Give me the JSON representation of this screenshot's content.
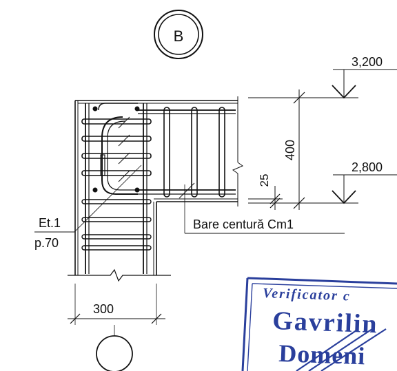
{
  "grid_axis": {
    "top_label": "B",
    "bottom_label": ""
  },
  "levels": [
    {
      "label": "3,200"
    },
    {
      "label": "2,800"
    }
  ],
  "dimensions": {
    "height": "400",
    "slab": "25",
    "column_width": "300"
  },
  "callouts": {
    "stirrup_ref_line1": "Et.1",
    "stirrup_ref_line2": "p.70",
    "belt_bars": "Bare centură Cm1"
  },
  "stamp": {
    "line1": "Verificator c",
    "line2": "Gavrilin",
    "line3": "Domeni",
    "ink_color": "#2a3f9c"
  }
}
